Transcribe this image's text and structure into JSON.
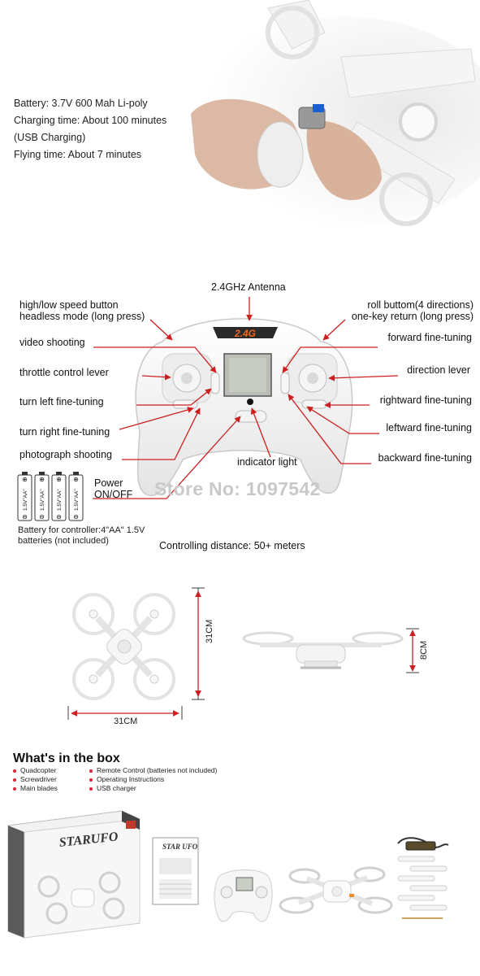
{
  "specs": {
    "battery": "Battery: 3.7V 600 Mah Li-poly",
    "charging": "Charging time: About 100 minutes",
    "usb": "(USB Charging)",
    "flying": "Flying time: About 7 minutes"
  },
  "controller": {
    "antenna": "2.4GHz Antenna",
    "screen_logo": "2.4G",
    "left_labels": {
      "speed": "high/low speed button",
      "headless": "headless mode (long press)",
      "video": "video shooting",
      "throttle": "throttle control lever",
      "turn_left": "turn left fine-tuning",
      "turn_right": "turn right fine-tuning",
      "photo": "photograph shooting"
    },
    "right_labels": {
      "roll": "roll buttom(4 directions)",
      "return": "one-key return (long press)",
      "forward": "forward fine-tuning",
      "direction": "direction lever",
      "rightward": "rightward fine-tuning",
      "leftward": "leftward fine-tuning",
      "backward": "backward fine-tuning"
    },
    "indicator": "indicator light",
    "watermark": "Store No: 1097542",
    "power": "Power",
    "power_state": "ON/OFF",
    "battery_cell": "1.5V\"AA\"",
    "battery_caption_1": "Battery for controller:4\"AA\" 1.5V",
    "battery_caption_2": "batteries (not included)",
    "distance": "Controlling distance:  50+ meters"
  },
  "dimensions": {
    "width": "31CM",
    "length": "31CM",
    "height": "8CM"
  },
  "box": {
    "title": "What's in the box",
    "col1": [
      "Quadcopter",
      "Screwdriver",
      "Main blades"
    ],
    "col2": [
      "Remote Control (batteries not included)",
      "Operating Instructions",
      "USB charger"
    ],
    "brand": "STARUFO",
    "manual_brand": "STAR UFO"
  },
  "colors": {
    "arrow": "#cc1f1f",
    "drone": "#f2f2f2",
    "watermark": "#c9c9c9"
  }
}
